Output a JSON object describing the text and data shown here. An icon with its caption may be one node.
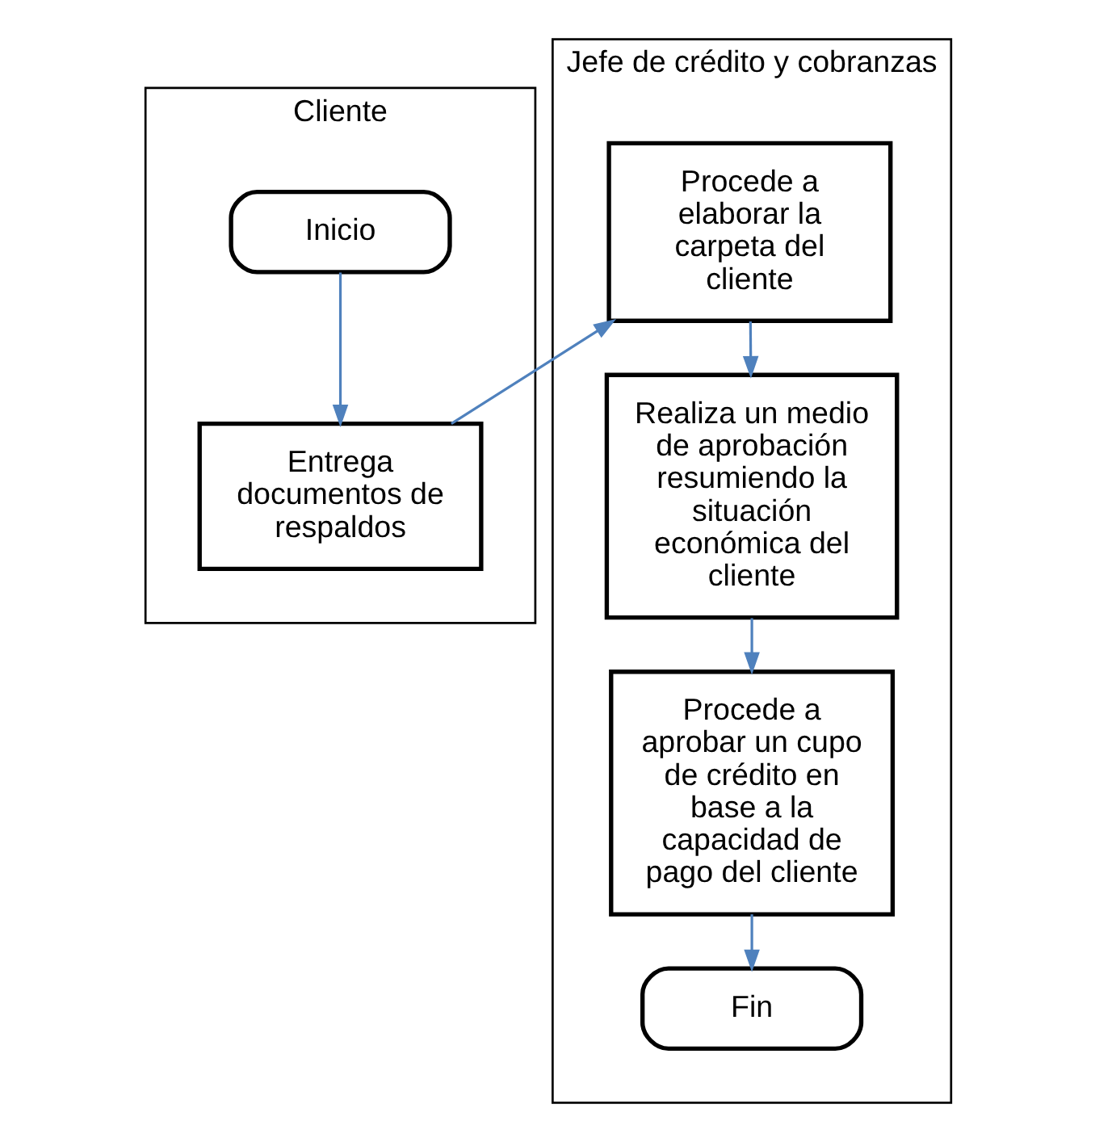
{
  "diagram": {
    "nodes": [
      {
        "text": [
          "Cliente"
        ]
      },
      {
        "text": [
          "Inicio"
        ],
        "in": 0
      },
      {
        "text": [
          "Entrega documentos de respaldos"
        ],
        "in": 0
      },
      {
        "text": [
          "Jefe de crédito y cobranzas"
        ]
      },
      {
        "text": [
          "Procede a elaborar la carpeta del cliente"
        ],
        "in": 3
      },
      {
        "text": [
          "Realiza un medio de aprobación resumiendo la situación económica del cliente"
        ],
        "in": 3
      },
      {
        "text": [
          "Procede a aprobar un cupo de crédito en base a la capacidad de pago del cliente"
        ],
        "in": 3
      },
      {
        "text": [
          "Fin"
        ],
        "in": 3
      }
    ],
    "edges": [
      {
        "from": 1,
        "to": 2,
        "arrow": "to"
      },
      {
        "from": 2,
        "to": 4,
        "arrow": "to"
      },
      {
        "from": 4,
        "to": 5,
        "arrow": "to"
      },
      {
        "from": 5,
        "to": 6,
        "arrow": "to"
      },
      {
        "from": 6,
        "to": 7,
        "arrow": "to"
      }
    ]
  }
}
